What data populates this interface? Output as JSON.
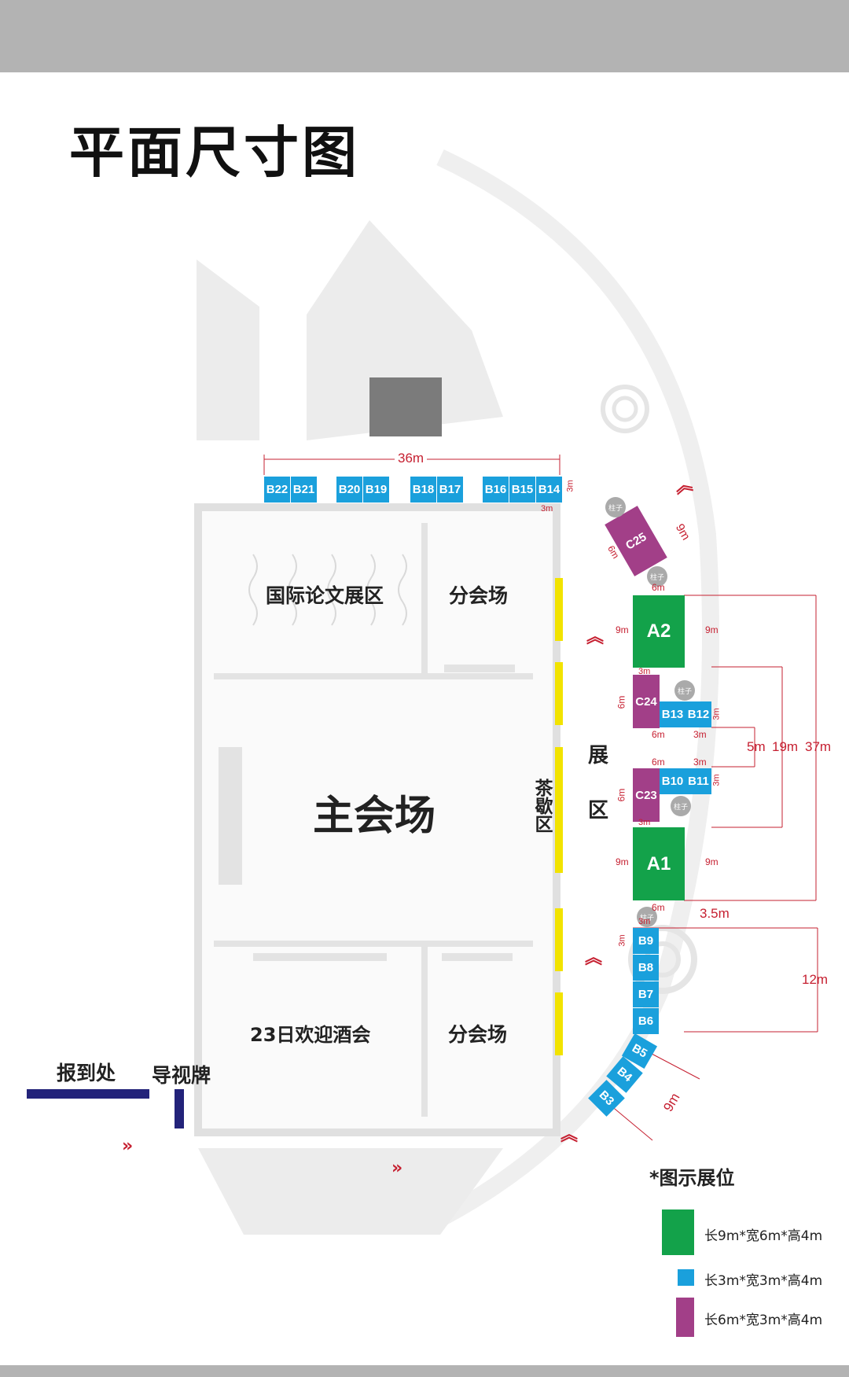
{
  "title": "平面尺寸图",
  "rooms": {
    "paper_exhibit": "国际论文展区",
    "sub_venue_top": "分会场",
    "main_venue": "主会场",
    "welcome_reception": "23日欢迎酒会",
    "sub_venue_bottom": "分会场",
    "tea_break": "茶歇区",
    "exhibit_zone_1": "展",
    "exhibit_zone_2": "区",
    "registration": "报到处",
    "guide_sign": "导视牌"
  },
  "booths": {
    "top_row": [
      "B22",
      "B21",
      "B20",
      "B19",
      "B18",
      "B17",
      "B16",
      "B15",
      "B14"
    ],
    "right_large": [
      "A2",
      "A1"
    ],
    "right_purple": [
      "C25",
      "C24",
      "C23"
    ],
    "right_blue_mid": [
      "B13",
      "B12",
      "B10",
      "B11"
    ],
    "right_blue_col": [
      "B9",
      "B8",
      "B7",
      "B6",
      "B5",
      "B4",
      "B3"
    ]
  },
  "pillar_label": "柱子",
  "dimensions": {
    "top_width": "36m",
    "top_depth": "3m",
    "top_unit": "3m",
    "c25_len": "9m",
    "c25_w": "6m",
    "a2_w": "6m",
    "a2_left": "9m",
    "a2_right": "9m",
    "c24_top": "3m",
    "c24_left": "6m",
    "c24_bottom": "6m",
    "b13_bottom": "3m",
    "b12_side": "3m",
    "gap": "5m",
    "mid_total": "19m",
    "total": "37m",
    "c23_top_w": "6m",
    "c23_top_b": "3m",
    "c23_left": "6m",
    "b11_side": "3m",
    "c23_bottom": "3m",
    "a1_left": "9m",
    "a1_right": "9m",
    "a1_w": "6m",
    "b9_top": "3m",
    "offset": "3.5m",
    "b9_left": "3m",
    "col_len": "12m",
    "curve_len": "9m"
  },
  "legend": {
    "title": "*图示展位",
    "items": [
      {
        "color": "#13a24a",
        "text": "长9m*宽6m*高4m"
      },
      {
        "color": "#1aa0dc",
        "text": "长3m*宽3m*高4m"
      },
      {
        "color": "#a23f88",
        "text": "长6m*宽3m*高4m"
      }
    ]
  },
  "colors": {
    "green": "#13a24a",
    "blue": "#1aa0dc",
    "purple": "#a23f88",
    "dim": "#c62031",
    "navy": "#23237a",
    "tea": "#f2e300"
  }
}
